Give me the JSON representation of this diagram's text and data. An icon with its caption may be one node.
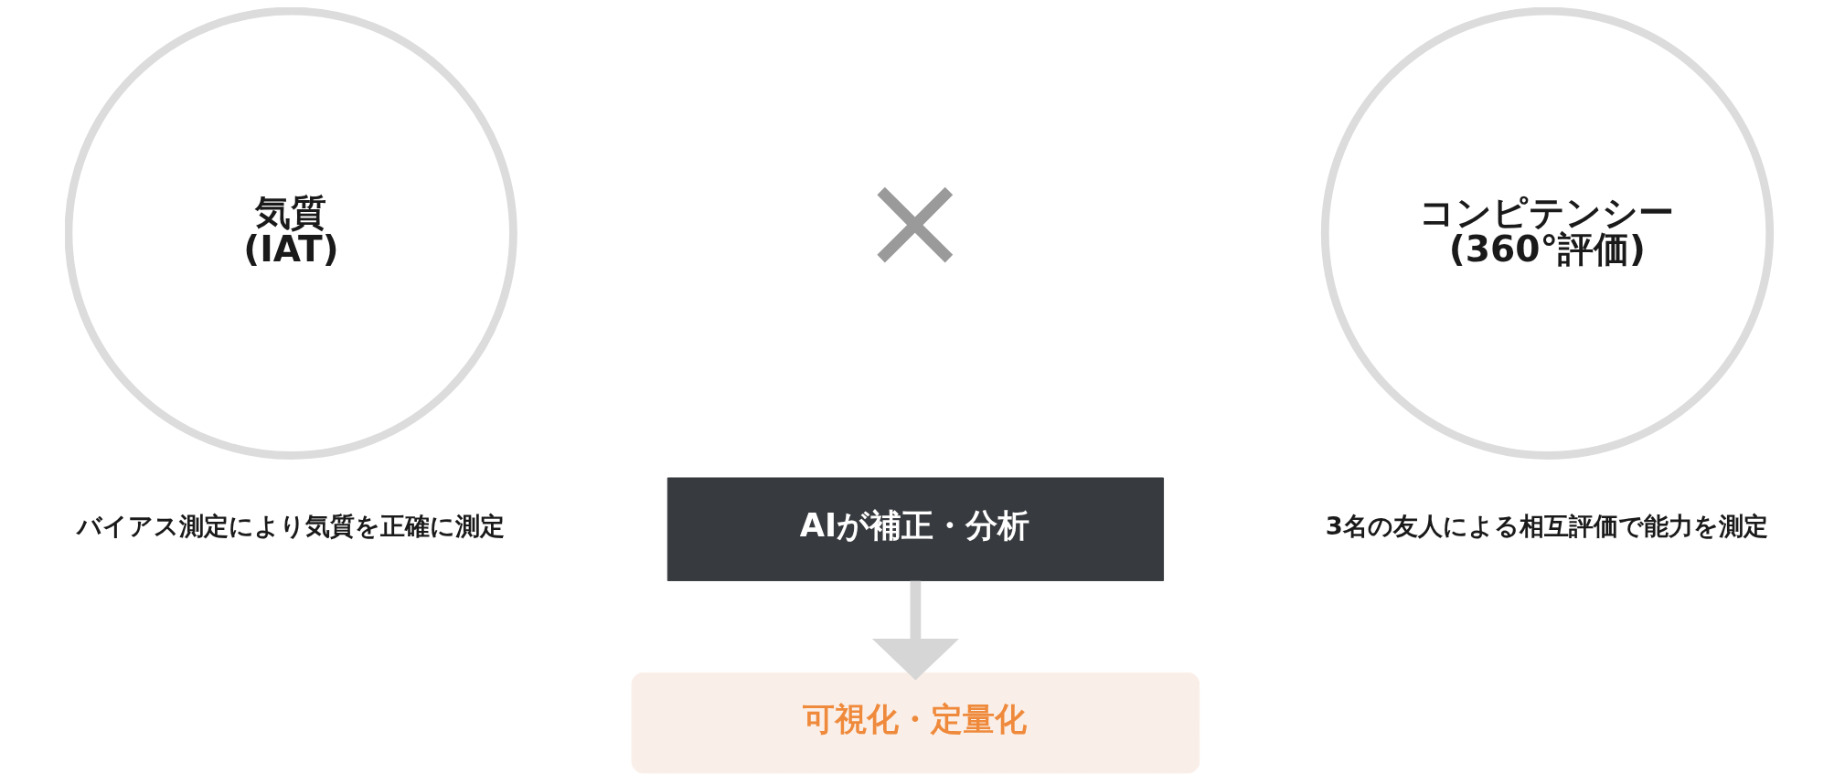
{
  "diagram": {
    "nodes": [
      {
        "text": [
          "気質",
          "(IAT)"
        ],
        "beside": [
          "バイアス測定により気質を正確に測定"
        ]
      },
      {
        "text": [
          "コンピテンシー",
          "(360°評価)"
        ],
        "beside": [
          "3名の友人による相互評価で能力を測定"
        ]
      },
      {
        "text": [
          "AIが補正・分析"
        ]
      },
      {
        "text": [
          "可視化・定量化"
        ]
      }
    ],
    "edges": [
      {
        "from": 2,
        "to": 3,
        "arrow": "to"
      }
    ],
    "labels": [
      "×"
    ]
  }
}
